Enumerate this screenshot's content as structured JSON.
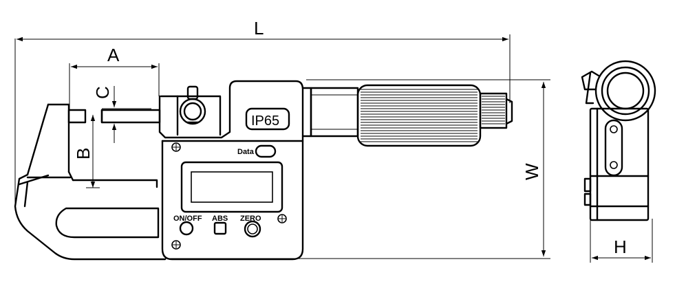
{
  "dimensions": {
    "L": "L",
    "A": "A",
    "B": "B",
    "C": "C",
    "W": "W",
    "H": "H"
  },
  "device": {
    "ip_rating": "IP65",
    "data_button": "Data",
    "buttons": {
      "on_off": "ON/OFF",
      "abs": "ABS",
      "zero": "ZERO"
    }
  }
}
